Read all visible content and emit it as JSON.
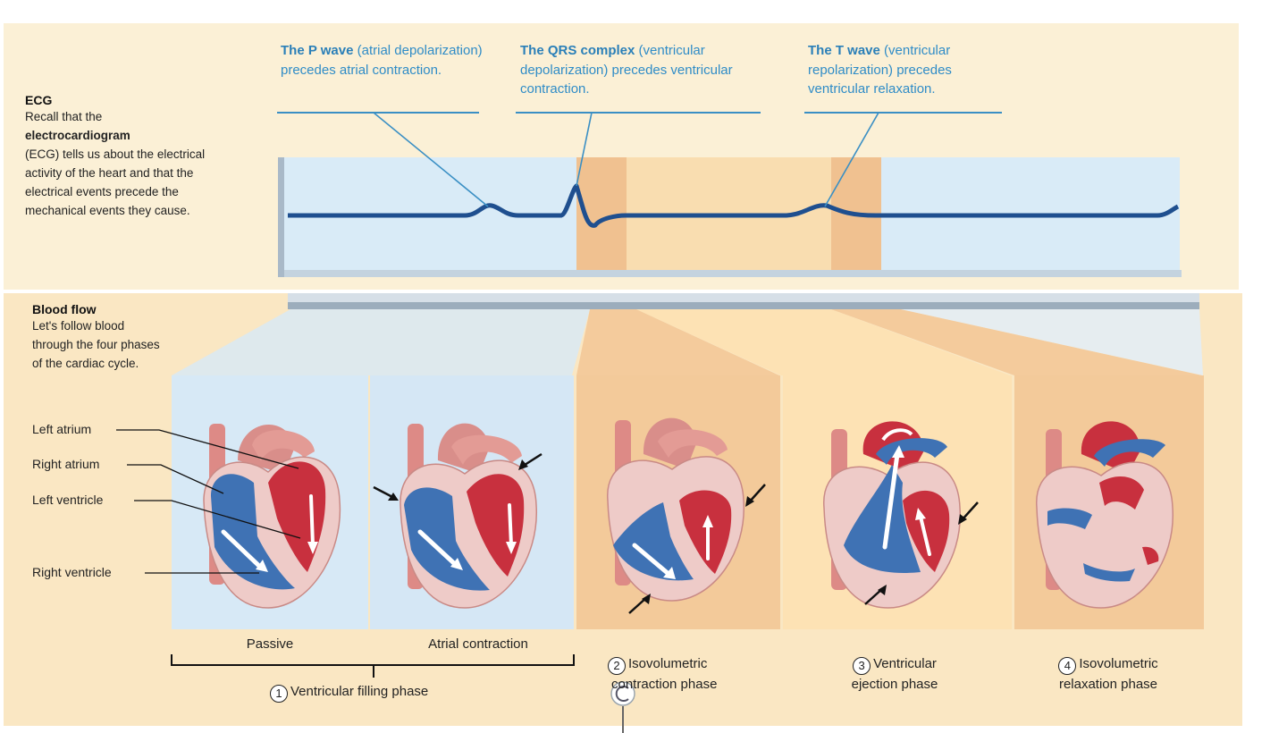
{
  "ecg_section": {
    "heading": "ECG",
    "text_intro": "Recall that the",
    "text_bold": "electrocardiogram",
    "text_rest": "(ECG) tells us about the electrical activity of the heart and that the electrical events precede the mechanical events they cause."
  },
  "callouts": [
    {
      "title": "The P wave",
      "text": "(atrial depolarization) precedes atrial contraction."
    },
    {
      "title": "The QRS complex",
      "text": "(ventricular depolarization) precedes ventricular contraction."
    },
    {
      "title": "The T wave",
      "text": "(ventricular repolarization) precedes ventricular relaxation."
    }
  ],
  "blood_flow": {
    "heading": "Blood flow",
    "text": "Let's follow blood through the four phases of the cardiac cycle."
  },
  "heart_labels": [
    "Left atrium",
    "Right atrium",
    "Left ventricle",
    "Right ventricle"
  ],
  "sub_phases": [
    "Passive",
    "Atrial contraction"
  ],
  "phases": [
    {
      "number": "1",
      "label": "Ventricular filling phase"
    },
    {
      "number": "2",
      "label_line1": "Isovolumetric",
      "label_line2": "contraction phase"
    },
    {
      "number": "3",
      "label_line1": "Ventricular",
      "label_line2": "ejection phase"
    },
    {
      "number": "4",
      "label_line1": "Isovolumetric",
      "label_line2": "relaxation phase"
    }
  ],
  "colors": {
    "ecg_trace": "#1f4f8f",
    "callout_text": "#2f8cc7",
    "oxygenated_blood": "#c8303e",
    "deoxygenated_blood": "#3f72b4",
    "filling_phase_bg": "#d7e9f6",
    "contraction_phase_bg": "#f3ca9a",
    "ejection_phase_bg": "#fde2b4"
  }
}
